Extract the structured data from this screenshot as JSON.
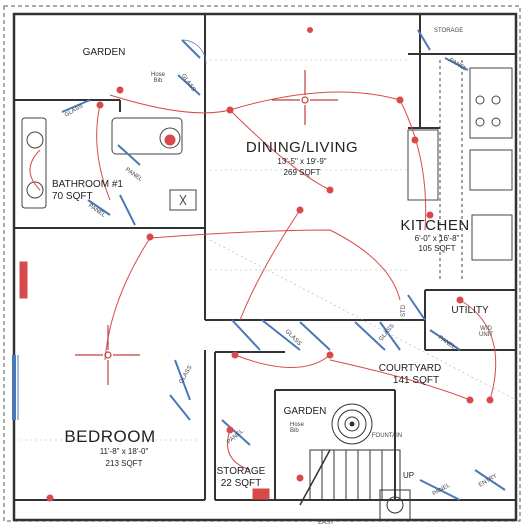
{
  "rooms": {
    "garden_top": {
      "name": "GARDEN",
      "hose": "Hose\nBib"
    },
    "dining": {
      "name": "DINING/LIVING",
      "dims": "13'-5\" x 19'-9\"",
      "area": "269 SQFT"
    },
    "bathroom": {
      "name": "BATHROOM #1",
      "area": "70 SQFT"
    },
    "kitchen": {
      "name": "KITCHEN",
      "dims": "6'-0\" x 16'-8\"",
      "area": "105 SQFT"
    },
    "utility": {
      "name": "UTILITY",
      "unit": "W/D\nUNIT"
    },
    "bedroom": {
      "name": "BEDROOM",
      "dims": "11'-8\" x 18'-0\"",
      "area": "213 SQFT"
    },
    "courtyard": {
      "name": "COURTYARD",
      "area": "141 SQFT"
    },
    "garden_bottom": {
      "name": "GARDEN",
      "hose": "Hose\nBib",
      "fountain": "FOUNTAIN"
    },
    "storage_bottom": {
      "name": "STORAGE",
      "area": "22 SQFT"
    },
    "storage_top": {
      "name": "STORAGE"
    }
  },
  "tags": {
    "glass": "GLASS",
    "panel": "PANEL",
    "up": "UP",
    "entry": "ENTRY",
    "east": "EAST",
    "std": "STD"
  },
  "colors": {
    "wall": "#333333",
    "door": "#4a78b8",
    "electrical": "#d84a4a",
    "blueprint": "#5a7fbf"
  }
}
